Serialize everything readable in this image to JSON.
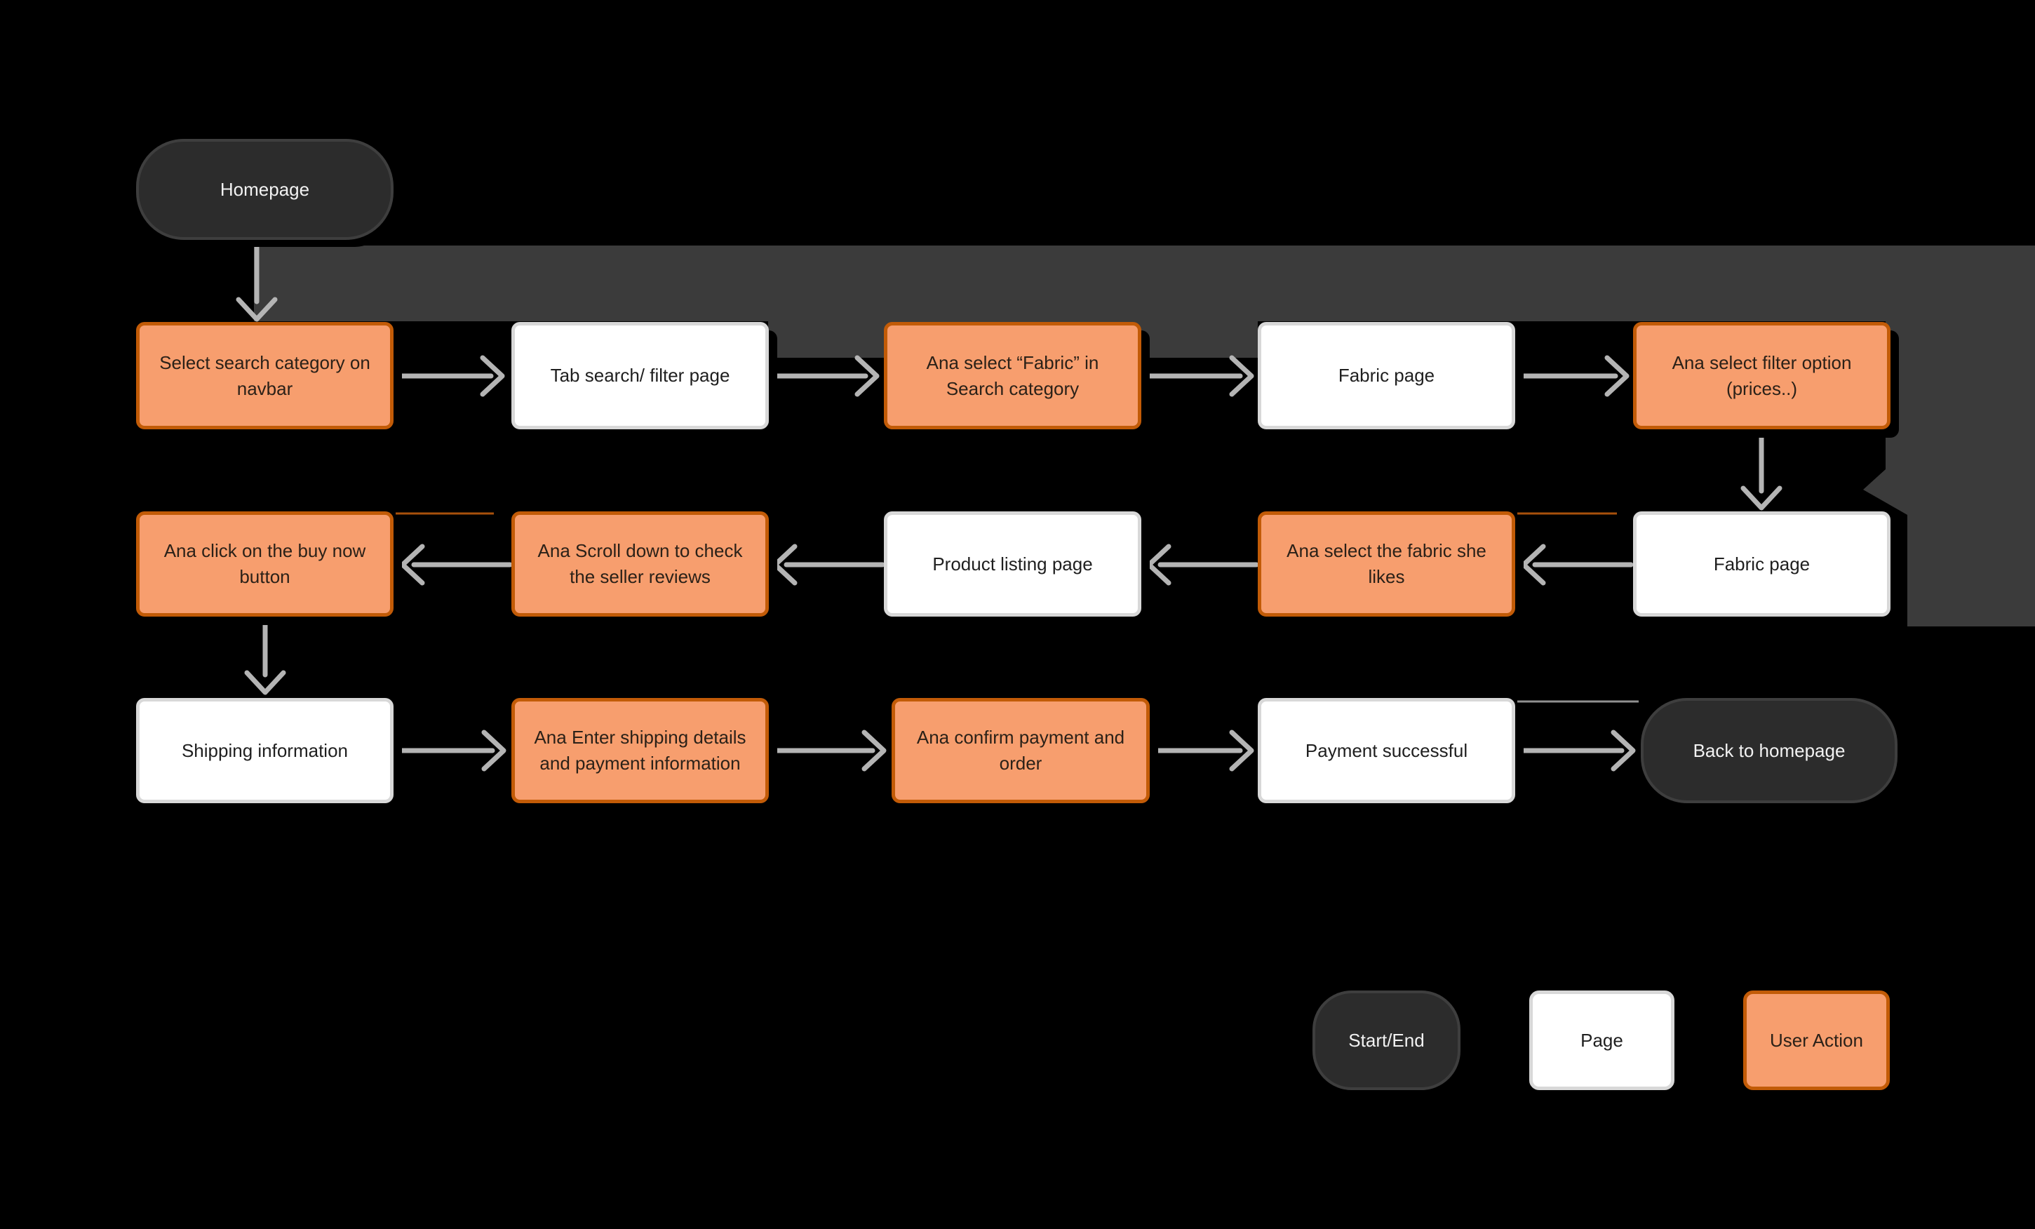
{
  "colors": {
    "background": "#000000",
    "highlight_band": "#3b3b3b",
    "page_fill": "#ffffff",
    "page_border": "#d8d8d8",
    "user_action_fill": "#f79e6e",
    "user_action_border": "#c25b07",
    "start_end_fill": "#2c2c2c",
    "start_end_border": "#3e3e3e",
    "arrow": "#b4b4b4",
    "connector_orange": "#a8500b",
    "connector_gray": "#909090",
    "text_dark": "#1f1f1f",
    "text_light": "#f2f2f2"
  },
  "flow": {
    "start": {
      "label": "Homepage",
      "type": "start_end"
    },
    "row1": [
      {
        "label": "Select search category on navbar",
        "type": "user_action"
      },
      {
        "label": "Tab search/ filter page",
        "type": "page"
      },
      {
        "label": "Ana select “Fabric” in Search category",
        "type": "user_action"
      },
      {
        "label": "Fabric page",
        "type": "page"
      },
      {
        "label": "Ana select filter option (prices..)",
        "type": "user_action"
      }
    ],
    "row2": [
      {
        "label": "Ana click on the buy now button",
        "type": "user_action"
      },
      {
        "label": "Ana Scroll down to check the seller reviews",
        "type": "user_action"
      },
      {
        "label": "Product listing page",
        "type": "page"
      },
      {
        "label": "Ana select the fabric she likes",
        "type": "user_action"
      },
      {
        "label": "Fabric page",
        "type": "page"
      }
    ],
    "row3": [
      {
        "label": "Shipping information",
        "type": "page"
      },
      {
        "label": "Ana Enter shipping details and payment information",
        "type": "user_action"
      },
      {
        "label": "Ana confirm payment and order",
        "type": "user_action"
      },
      {
        "label": "Payment successful",
        "type": "page"
      },
      {
        "label": "Back to homepage",
        "type": "start_end"
      }
    ]
  },
  "legend": [
    {
      "label": "Start/End",
      "type": "start_end"
    },
    {
      "label": "Page",
      "type": "page"
    },
    {
      "label": "User Action",
      "type": "user_action"
    }
  ]
}
